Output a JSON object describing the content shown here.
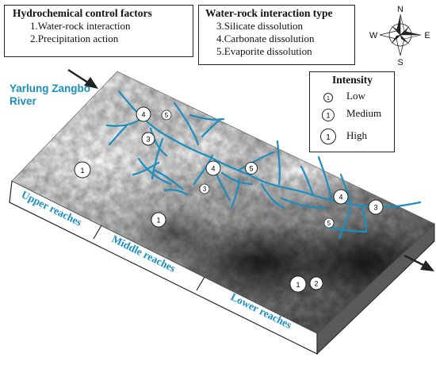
{
  "factors": {
    "title": "Hydrochemical control factors",
    "items": [
      "1.Water-rock interaction",
      "2.Precipitation action"
    ]
  },
  "interaction": {
    "title": "Water-rock interaction type",
    "items": [
      "3.Silicate dissolution",
      "4.Carbonate dissolution",
      "5.Evaporite dissolution"
    ]
  },
  "compass": {
    "n": "N",
    "s": "S",
    "e": "E",
    "w": "W"
  },
  "intensity": {
    "title": "Intensity",
    "levels": [
      {
        "label": "Low",
        "symbol": "1"
      },
      {
        "label": "Medium",
        "symbol": "1"
      },
      {
        "label": "High",
        "symbol": "1"
      }
    ]
  },
  "river": {
    "name_line1": "Yarlung Zangbo",
    "name_line2": "River"
  },
  "reaches": [
    "Upper reaches",
    "Middle reaches",
    "Lower reaches"
  ],
  "markers": [
    "4",
    "5",
    "3",
    "1",
    "4",
    "5",
    "3",
    "4",
    "3",
    "5",
    "1",
    "1",
    "2"
  ],
  "colors": {
    "river": "#1a8ec0",
    "label": "#1a8ec0"
  }
}
